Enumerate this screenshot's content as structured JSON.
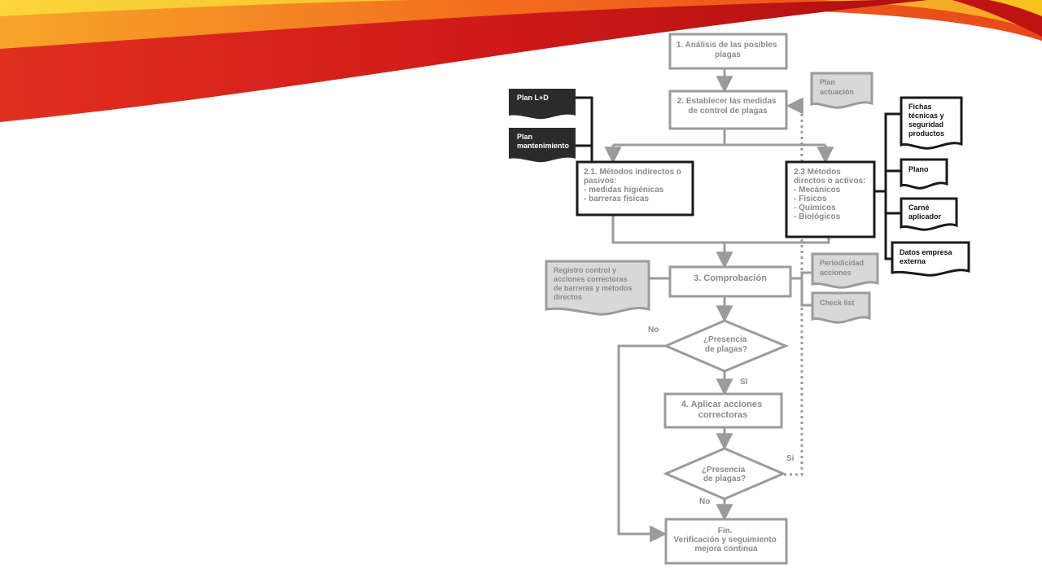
{
  "colors": {
    "gray_box": "#9b9b9b",
    "gray_text": "#8a8a8a",
    "doc_fill": "#d8d8d8",
    "dark_doc": "#2b2b2b",
    "black_box": "#1a1a1a",
    "banner_red": "#d8201c",
    "banner_orange": "#f47a1c",
    "banner_yellow": "#f7c21e"
  },
  "flowchart": {
    "step1": [
      "1. Análisis de las posibles",
      "plagas"
    ],
    "step2": [
      "2. Establecer las medidas",
      "de control de plagas"
    ],
    "step21": [
      "2.1. Métodos indirectos o",
      "pasivos:",
      "- medidas higiénicas",
      "- barreras físicas"
    ],
    "step23": [
      "2.3 Métodos",
      "directos o activos:",
      "- Mecánicos",
      "- Físicos",
      "- Químicos",
      "- Biológicos"
    ],
    "step3": [
      "3. Comprobación"
    ],
    "decision1": [
      "¿Presencia",
      "de plagas?"
    ],
    "step4": [
      "4. Aplicar acciones",
      "correctoras"
    ],
    "decision2": [
      "¿Presencia",
      "de plagas?"
    ],
    "end": [
      "Fin.",
      "Verificación y seguimiento",
      "mejora continua"
    ],
    "labels": {
      "d1_no": "No",
      "d1_si": "SI",
      "d2_si": "Si",
      "d2_no": "No"
    },
    "docs": {
      "plan_ld": [
        "Plan  L+D"
      ],
      "plan_mant": [
        "Plan",
        "mantenimiento"
      ],
      "plan_actuacion": [
        "Plan",
        "actuación"
      ],
      "fichas": [
        "Fichas",
        "técnicas y",
        "seguridad",
        "productos"
      ],
      "plano": [
        "Plano"
      ],
      "carne": [
        "Carné",
        "aplicador"
      ],
      "datos": [
        "Datos empresa",
        "externa"
      ],
      "registro": [
        "Registro control  y",
        "acciones correctoras",
        "de barreras y métodos",
        "directos"
      ],
      "periodicidad": [
        "Periodicidad",
        "acciones"
      ],
      "checklist": [
        "Check list"
      ]
    }
  }
}
